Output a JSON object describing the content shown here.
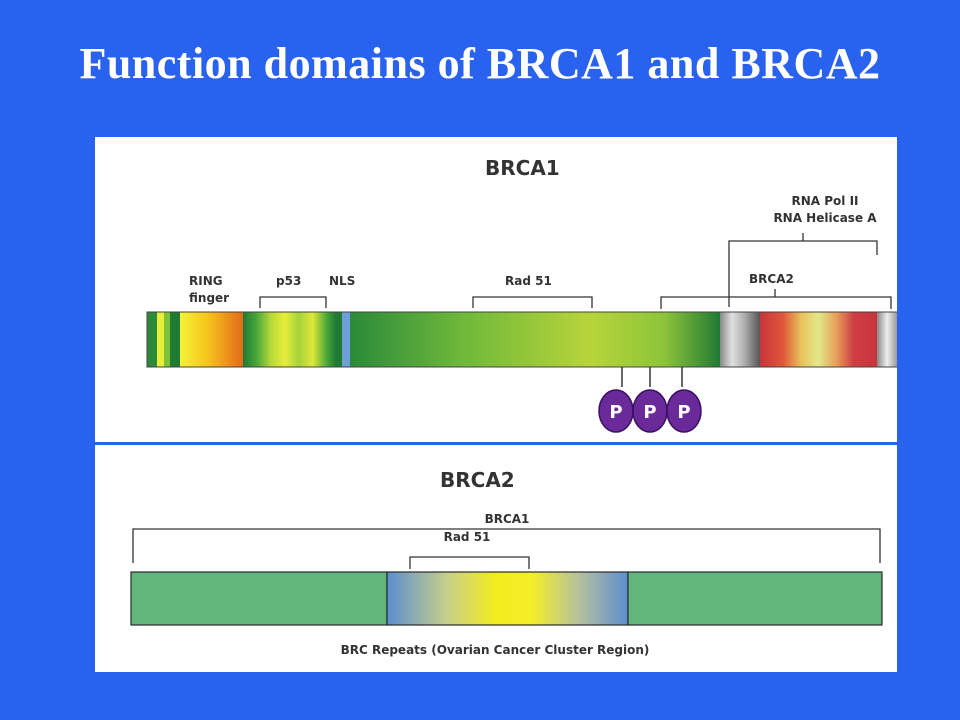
{
  "slide": {
    "title": "Function domains of BRCA1 and BRCA2"
  },
  "brca1": {
    "label": "BRCA1",
    "domains": {
      "ring_line1": "RING",
      "ring_line2": "finger",
      "p53": "p53",
      "nls": "NLS",
      "rad51": "Rad 51",
      "brca2": "BRCA2",
      "rna_pol_line1": "RNA Pol II",
      "rna_pol_line2": "RNA Helicase A"
    },
    "phospho_sites": [
      "P",
      "P",
      "P"
    ]
  },
  "brca2": {
    "label": "BRCA2",
    "brca1": "BRCA1",
    "rad51": "Rad 51",
    "brc_repeats": "BRC Repeats (Ovarian Cancer Cluster Region)"
  },
  "colors": {
    "background": "#2a62f0",
    "panel": "#ffffff",
    "phospho": "#6a2a9a",
    "brca2_bar": "#62b57c"
  }
}
